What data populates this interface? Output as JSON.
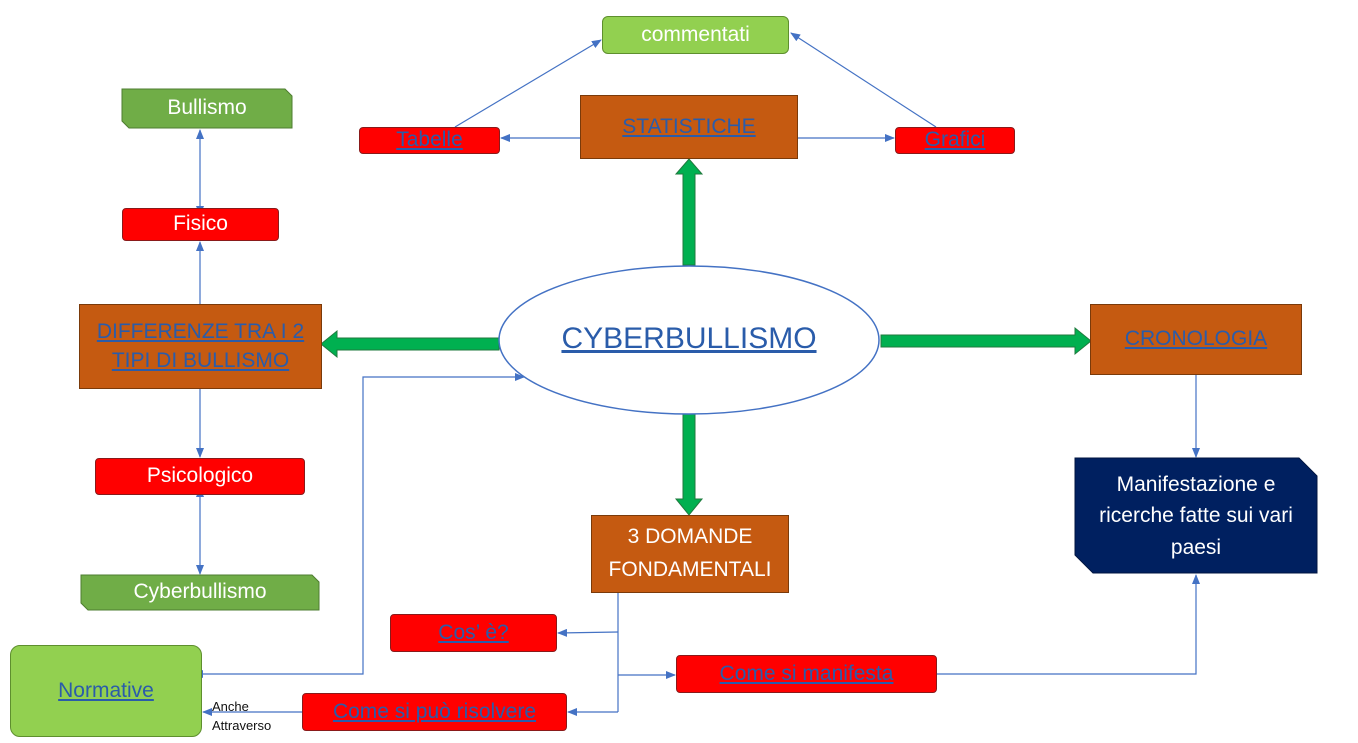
{
  "nodes": {
    "center": "CYBERBULLISMO",
    "statistiche": "STATISTICHE",
    "commentati": "commentati",
    "tabelle": "Tabelle",
    "grafici": "Grafici",
    "differenze": "DIFFERENZE TRA I 2 TIPI DI BULLISMO",
    "fisico": "Fisico",
    "bullismo": "Bullismo",
    "psicologico": "Psicologico",
    "cyberbullismo_small": "Cyberbullismo",
    "cronologia": "CRONOLOGIA",
    "manifestazione": "Manifestazione e ricerche fatte sui vari paesi",
    "domande": "3 DOMANDE FONDAMENTALI",
    "cose": "Cos’ è?",
    "come_manifesta": "Come si manifesta",
    "come_risolvere": "Come si può risolvere",
    "normative": "Normative",
    "anche": "Anche",
    "attraverso": "Attraverso"
  },
  "colors": {
    "brown": "#C55A11",
    "red": "#FF0000",
    "green": "#70AD47",
    "light_green": "#92D050",
    "navy": "#002060",
    "link": "#2A5CAA",
    "arrow_green": "#00B050",
    "connector": "#4472C4"
  }
}
